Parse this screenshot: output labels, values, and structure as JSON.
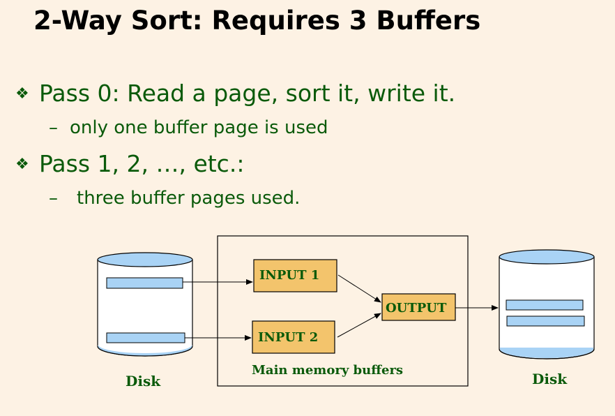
{
  "title": "2-Way Sort: Requires 3 Buffers",
  "bullets": [
    {
      "symbol": "❖",
      "text": "Pass 0: Read a page, sort it, write it.",
      "sub": {
        "dash": "–",
        "text": "only one buffer page is used"
      }
    },
    {
      "symbol": "❖",
      "text": "Pass 1, 2, …, etc.:",
      "sub": {
        "dash": "–",
        "text": "three buffer pages used."
      }
    }
  ],
  "diagram": {
    "left_disk_label": "Disk",
    "right_disk_label": "Disk",
    "input1_label": "INPUT 1",
    "input2_label": "INPUT 2",
    "output_label": "OUTPUT",
    "memory_label": "Main memory buffers",
    "colors": {
      "disk_fill": "#a9d3f5",
      "buffer_fill": "#f3c46c",
      "label_color": "#0a5a0a",
      "background": "#fdf2e4"
    }
  }
}
